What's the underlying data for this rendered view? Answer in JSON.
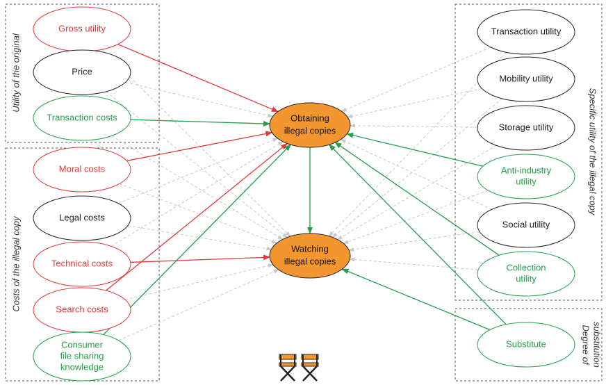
{
  "colors": {
    "red": "#e23a3a",
    "green": "#21a04a",
    "black": "#222222",
    "gray_dashed": "#c8c8c8",
    "central_fill": "#f3962f"
  },
  "groups": {
    "utility_original": "Utility of the original",
    "costs_illegal": "Costs of the illegal copy",
    "specific_utility": "Specific utility of the illegal copy",
    "degree_line1": "Degree of",
    "degree_line2": "substitution"
  },
  "central": {
    "obtaining": [
      "Obtaining",
      "illegal copies"
    ],
    "watching": [
      "Watching",
      "illegal copies"
    ]
  },
  "left_nodes": [
    {
      "id": "gross",
      "lines": [
        "Gross utility"
      ],
      "color": "red"
    },
    {
      "id": "price",
      "lines": [
        "Price"
      ],
      "color": "black"
    },
    {
      "id": "transaction_costs",
      "lines": [
        "Transaction costs"
      ],
      "color": "green"
    },
    {
      "id": "moral",
      "lines": [
        "Moral costs"
      ],
      "color": "red"
    },
    {
      "id": "legal",
      "lines": [
        "Legal costs"
      ],
      "color": "black"
    },
    {
      "id": "technical",
      "lines": [
        "Technical costs"
      ],
      "color": "red"
    },
    {
      "id": "search",
      "lines": [
        "Search costs"
      ],
      "color": "red"
    },
    {
      "id": "consumer",
      "lines": [
        "Consumer",
        "file sharing",
        "knowledge"
      ],
      "color": "green"
    }
  ],
  "right_nodes": [
    {
      "id": "transaction_utility",
      "lines": [
        "Transaction utility"
      ],
      "color": "black"
    },
    {
      "id": "mobility",
      "lines": [
        "Mobility utility"
      ],
      "color": "black"
    },
    {
      "id": "storage",
      "lines": [
        "Storage utility"
      ],
      "color": "black"
    },
    {
      "id": "anti_industry",
      "lines": [
        "Anti-industry",
        "utility"
      ],
      "color": "green"
    },
    {
      "id": "social",
      "lines": [
        "Social utility"
      ],
      "color": "black"
    },
    {
      "id": "collection",
      "lines": [
        "Collection",
        "utility"
      ],
      "color": "green"
    },
    {
      "id": "substitute",
      "lines": [
        "Substitute"
      ],
      "color": "green"
    }
  ],
  "highlighted_edges": [
    {
      "from": "gross",
      "to": "obtaining",
      "color": "red"
    },
    {
      "from": "transaction_costs",
      "to": "obtaining",
      "color": "green"
    },
    {
      "from": "moral",
      "to": "obtaining",
      "color": "red"
    },
    {
      "from": "search",
      "to": "obtaining",
      "color": "red"
    },
    {
      "from": "consumer",
      "to": "obtaining",
      "color": "green"
    },
    {
      "from": "technical",
      "to": "watching",
      "color": "red"
    },
    {
      "from": "anti_industry",
      "to": "obtaining",
      "color": "green"
    },
    {
      "from": "collection",
      "to": "obtaining",
      "color": "green"
    },
    {
      "from": "substitute",
      "to": "obtaining",
      "color": "green"
    },
    {
      "from": "substitute",
      "to": "watching",
      "color": "green"
    },
    {
      "from": "obtaining",
      "to": "watching",
      "color": "green"
    }
  ],
  "icons": [
    "director-chair-icon",
    "director-chair-icon"
  ]
}
